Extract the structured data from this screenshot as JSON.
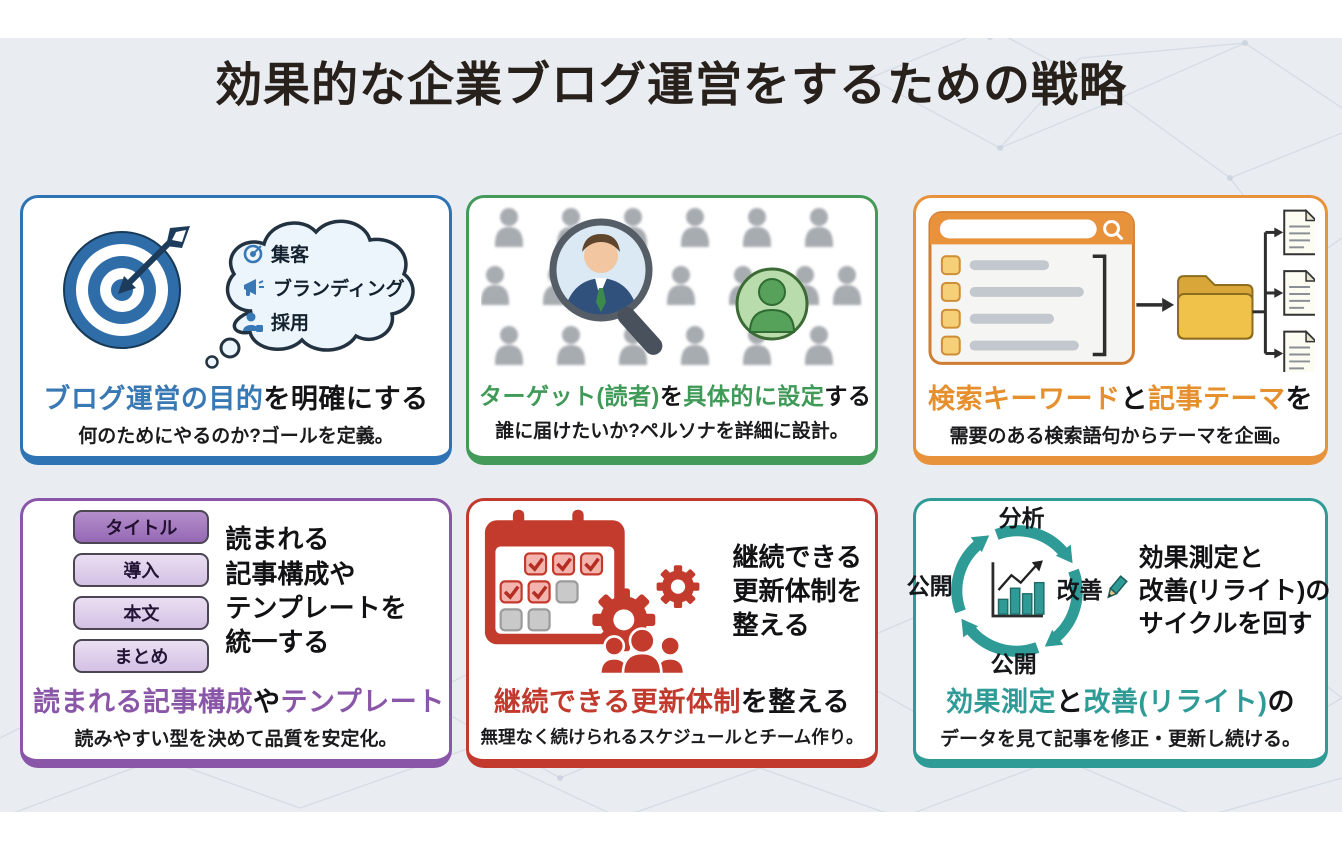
{
  "title": "効果的な企業ブログ運営をするための戦略",
  "background_color": "#e9edf2",
  "cards": [
    {
      "id": "blog-purpose",
      "accent_color": "#2e74b5",
      "bubble_items": [
        {
          "icon": "target-icon",
          "label": "集客"
        },
        {
          "icon": "megaphone-icon",
          "label": "ブランディング"
        },
        {
          "icon": "person-icon",
          "label": "採用"
        }
      ],
      "headline": [
        {
          "t": "ブログ運営の目的",
          "accent": true
        },
        {
          "t": "を明確にする",
          "accent": false
        }
      ],
      "subtitle": "何のためにやるのか?ゴールを定義。"
    },
    {
      "id": "target-reader",
      "accent_color": "#449a58",
      "headline": [
        {
          "t": "ターゲット(読者)",
          "accent": true
        },
        {
          "t": "を",
          "accent": false
        },
        {
          "t": "具体的に設定",
          "accent": true
        },
        {
          "t": "する",
          "accent": false
        }
      ],
      "subtitle": "誰に届けたいか?ペルソナを詳細に設計。"
    },
    {
      "id": "search-keywords",
      "accent_color": "#e8923c",
      "headline": [
        {
          "t": "検索キーワード",
          "accent": true
        },
        {
          "t": "と",
          "accent": false
        },
        {
          "t": "記事テーマ",
          "accent": true
        },
        {
          "t": "を",
          "accent": false
        }
      ],
      "subtitle": "需要のある検索語句からテーマを企画。"
    },
    {
      "id": "article-template",
      "accent_color": "#8a56a8",
      "structure_boxes": [
        "タイトル",
        "導入",
        "本文",
        "まとめ"
      ],
      "side_heading": [
        "読まれる",
        "記事構成や",
        "テンプレートを",
        "統一する"
      ],
      "headline": [
        {
          "t": "読まれる記事構成",
          "accent": true
        },
        {
          "t": "や",
          "accent": false
        },
        {
          "t": "テンプレート",
          "accent": true
        }
      ],
      "subtitle": "読みやすい型を決めて品質を安定化。"
    },
    {
      "id": "update-system",
      "accent_color": "#c23a2d",
      "side_heading": [
        "継続できる",
        "更新体制を",
        "整える"
      ],
      "headline": [
        {
          "t": "継続できる更新体制",
          "accent": true
        },
        {
          "t": "を整える",
          "accent": false
        }
      ],
      "subtitle": "無理なく続けられるスケジュールとチーム作り。"
    },
    {
      "id": "measure-improve",
      "accent_color": "#2f9b96",
      "cycle_labels": {
        "top": "分析",
        "right": "改善",
        "bottom": "公開",
        "left": "公開"
      },
      "side_heading": [
        "効果測定と",
        "改善(リライト)の",
        "サイクルを回す"
      ],
      "headline": [
        {
          "t": "効果測定",
          "accent": true
        },
        {
          "t": "と",
          "accent": false
        },
        {
          "t": "改善(リライト)",
          "accent": true
        },
        {
          "t": "の",
          "accent": false
        }
      ],
      "subtitle": "データを見て記事を修正・更新し続ける。"
    }
  ]
}
